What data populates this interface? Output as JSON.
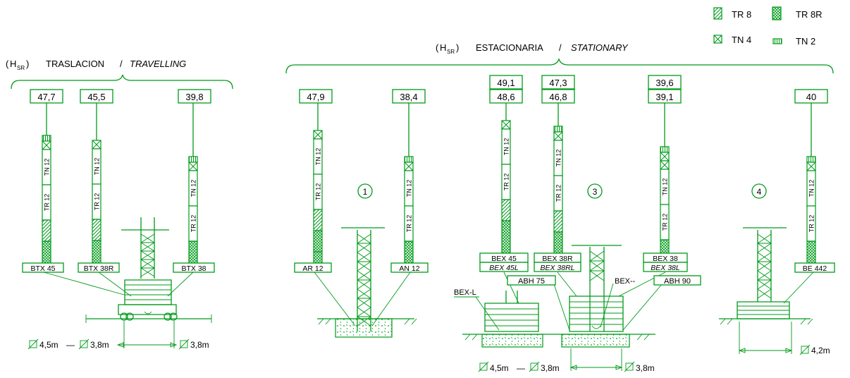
{
  "header": {
    "travelling": {
      "h": "H",
      "sub": "SR",
      "word": "TRASLACION",
      "sep": "/",
      "en": "TRAVELLING"
    },
    "stationary": {
      "h": "H",
      "sub": "SR",
      "word": "ESTACIONARIA",
      "sep": "/",
      "en": "STATIONARY"
    }
  },
  "legend": [
    {
      "label": "TR 8",
      "pattern": "diag"
    },
    {
      "label": "TR 8R",
      "pattern": "cross"
    },
    {
      "label": "TN 4",
      "pattern": "x"
    },
    {
      "label": "TN 2",
      "pattern": "vert"
    }
  ],
  "segment_labels": {
    "tn": "TN 12",
    "tr": "TR 12"
  },
  "towers": [
    {
      "height": "47,7",
      "model": "BTX 45"
    },
    {
      "height": "45,5",
      "model": "BTX 38R"
    },
    {
      "height": "39,8",
      "model": "BTX 38"
    },
    {
      "height": "47,9",
      "model": "AR 12"
    },
    {
      "height": "38,4",
      "model": "AN 12"
    },
    {
      "height2": "49,1",
      "height": "48,6",
      "model": "BEX 45",
      "model_alt": "BEX 45L"
    },
    {
      "height2": "47,3",
      "height": "46,8",
      "model": "BEX 38R",
      "model_alt": "BEX 38RL"
    },
    {
      "height2": "39,6",
      "height": "39,1",
      "model": "BEX 38",
      "model_alt": "BEX 38L"
    },
    {
      "height": "40",
      "model": "BE 442"
    }
  ],
  "markers": [
    "1",
    "3",
    "4"
  ],
  "base_labels": {
    "bex_l": "BEX-L",
    "abh75": "ABH 75",
    "bex_dash": "BEX--",
    "abh90": "ABH 90"
  },
  "dimensions": {
    "travel": {
      "a": "4,5m",
      "dash": "—",
      "b": "3,8m",
      "c": "3,8m"
    },
    "stat": {
      "a": "4,5m",
      "dash": "—",
      "b": "3,8m",
      "c": "3,8m"
    },
    "four": "4,2m"
  },
  "colors": {
    "line": "#009a1a",
    "text": "#000000"
  }
}
